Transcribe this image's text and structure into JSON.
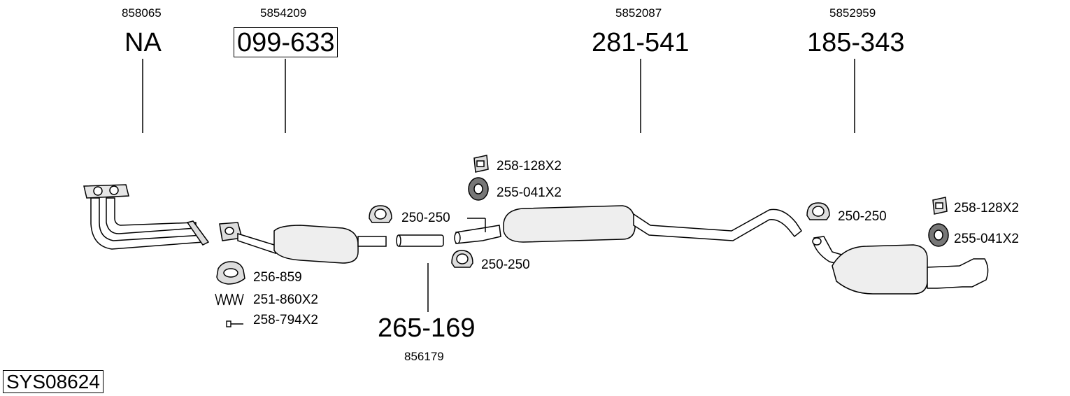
{
  "diagram": {
    "system_code": "SYS08624",
    "groups": [
      {
        "oem": "858065",
        "part": "NA"
      },
      {
        "oem": "5854209",
        "part": "099-633"
      },
      {
        "oem": "5852087",
        "part": "281-541"
      },
      {
        "oem": "5852959",
        "part": "185-343"
      },
      {
        "oem": "856179",
        "part": "265-169"
      }
    ],
    "fittings": [
      {
        "label": "256-859",
        "icon": "gasket-ring-icon"
      },
      {
        "label": "251-860X2",
        "icon": "spring-icon"
      },
      {
        "label": "258-794X2",
        "icon": "bolt-icon"
      },
      {
        "label": "250-250",
        "icon": "clamp-icon"
      },
      {
        "label": "258-128X2",
        "icon": "bracket-icon"
      },
      {
        "label": "255-041X2",
        "icon": "rubber-mount-icon"
      },
      {
        "label": "250-250",
        "icon": "clamp-icon"
      },
      {
        "label": "250-250",
        "icon": "clamp-icon"
      },
      {
        "label": "258-128X2",
        "icon": "bracket-icon"
      },
      {
        "label": "255-041X2",
        "icon": "rubber-mount-icon"
      }
    ]
  }
}
